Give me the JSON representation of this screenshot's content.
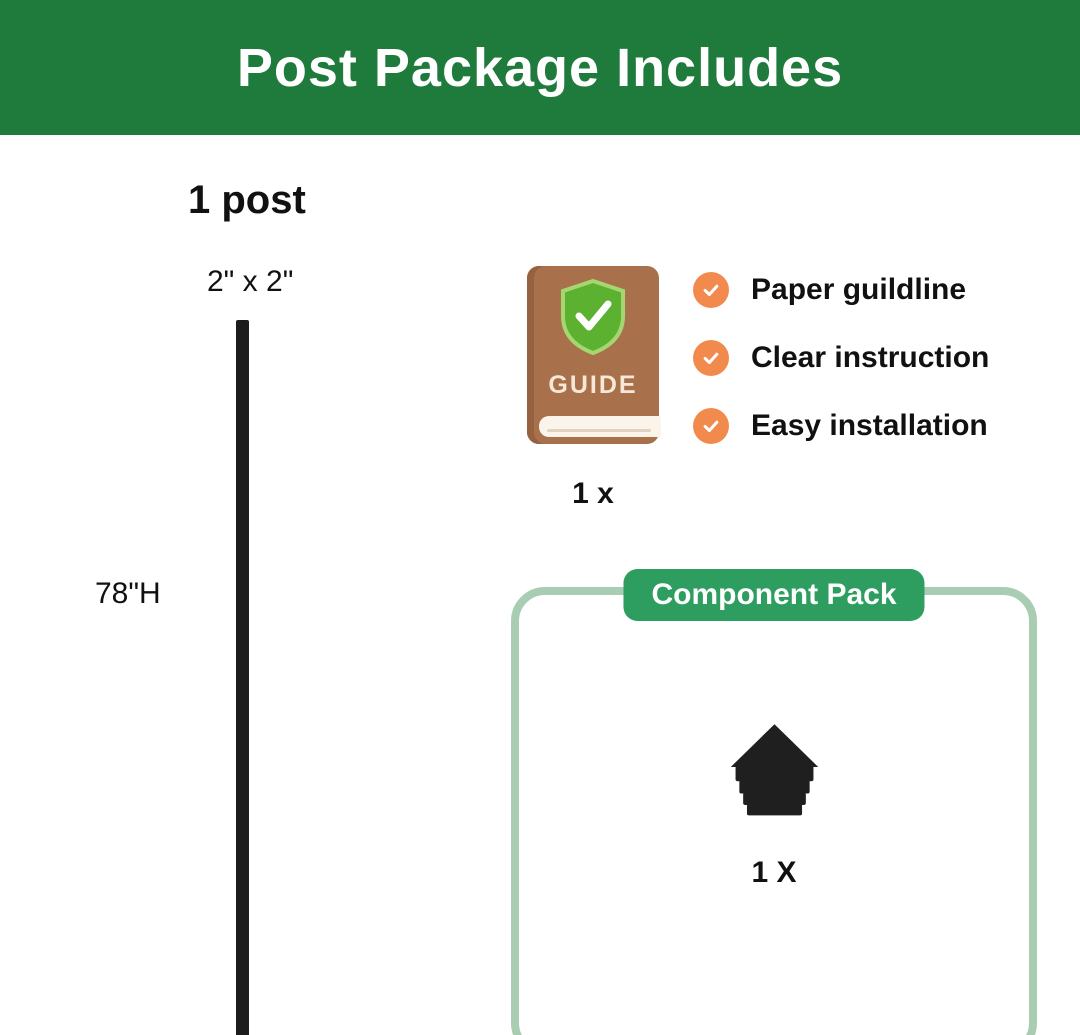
{
  "banner": {
    "title": "Post Package Includes"
  },
  "post": {
    "title": "1 post",
    "dimension": "2\" x 2\"",
    "height": "78\"H"
  },
  "guide": {
    "book_label": "GUIDE",
    "count": "1 x",
    "features": [
      {
        "label": "Paper guildline"
      },
      {
        "label": "Clear instruction"
      },
      {
        "label": "Easy installation"
      }
    ]
  },
  "component_pack": {
    "title": "Component Pack",
    "count": "1 X"
  },
  "colors": {
    "banner_green": "#1e7b3c",
    "accent_orange": "#f28a4e",
    "pack_label_green": "#2d9e5f",
    "pack_border_green": "#a9cdb2",
    "book_brown": "#a8714b",
    "shield_green": "#5cb130",
    "post_black": "#1c1c1c"
  }
}
